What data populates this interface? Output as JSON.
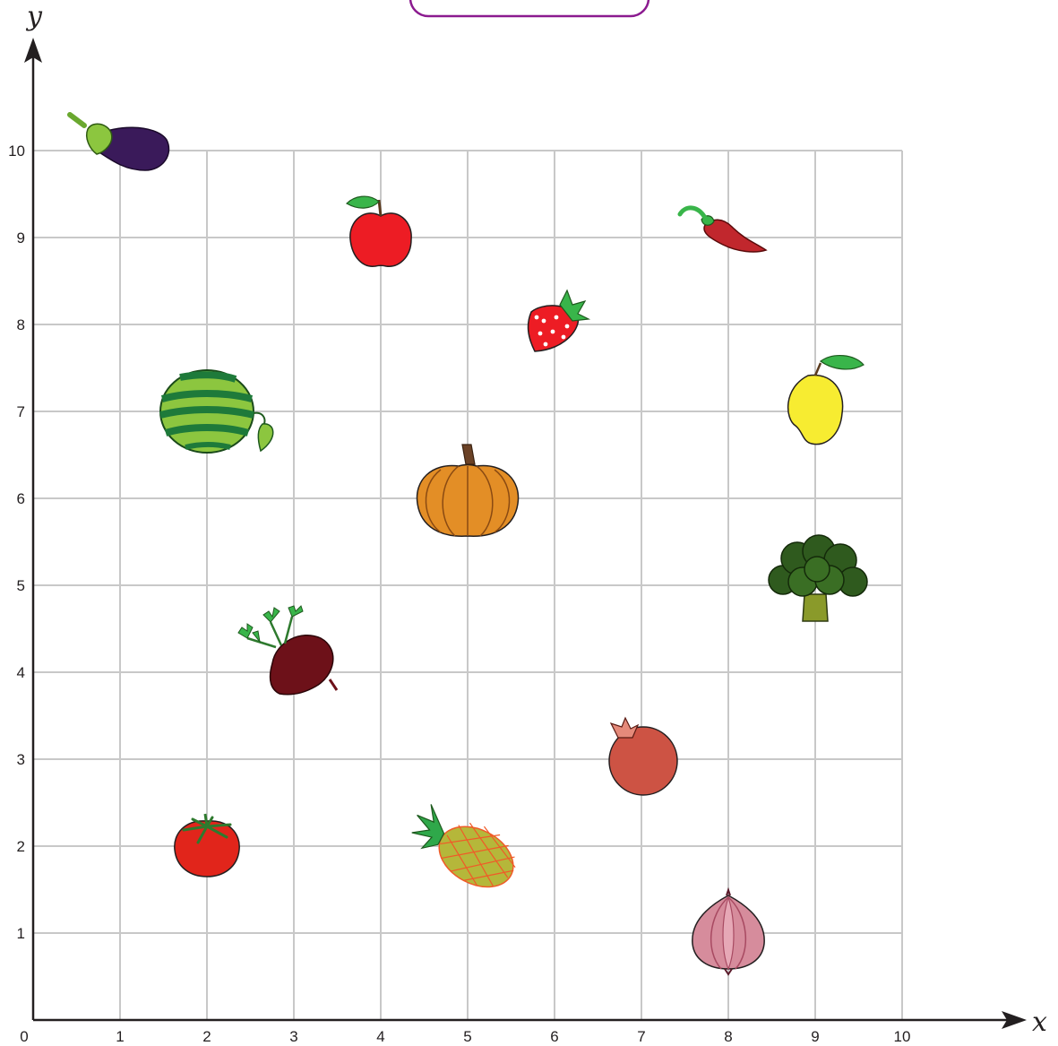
{
  "chart_data": {
    "type": "scatter",
    "x_label": "x",
    "y_label": "y",
    "xlim": [
      0,
      10
    ],
    "ylim": [
      0,
      10
    ],
    "origin_label": "0",
    "x_ticks": [
      "1",
      "2",
      "3",
      "4",
      "5",
      "6",
      "7",
      "8",
      "9",
      "10"
    ],
    "y_ticks": [
      "1",
      "2",
      "3",
      "4",
      "5",
      "6",
      "7",
      "8",
      "9",
      "10"
    ],
    "grid": true,
    "points": [
      {
        "item": "eggplant",
        "x": 1,
        "y": 10
      },
      {
        "item": "apple",
        "x": 4,
        "y": 9
      },
      {
        "item": "chili-pepper",
        "x": 8,
        "y": 9
      },
      {
        "item": "strawberry",
        "x": 6,
        "y": 8
      },
      {
        "item": "watermelon",
        "x": 2,
        "y": 7
      },
      {
        "item": "mango",
        "x": 9,
        "y": 7
      },
      {
        "item": "pumpkin",
        "x": 5,
        "y": 6
      },
      {
        "item": "broccoli",
        "x": 9,
        "y": 5
      },
      {
        "item": "beetroot",
        "x": 3,
        "y": 4
      },
      {
        "item": "pomegranate",
        "x": 7,
        "y": 3
      },
      {
        "item": "tomato",
        "x": 2,
        "y": 2
      },
      {
        "item": "pineapple",
        "x": 5,
        "y": 2
      },
      {
        "item": "onion",
        "x": 8,
        "y": 1
      }
    ],
    "colors": {
      "grid": "#c8c8c8",
      "axis": "#231f20",
      "title_box": "#8b1a8f"
    }
  }
}
